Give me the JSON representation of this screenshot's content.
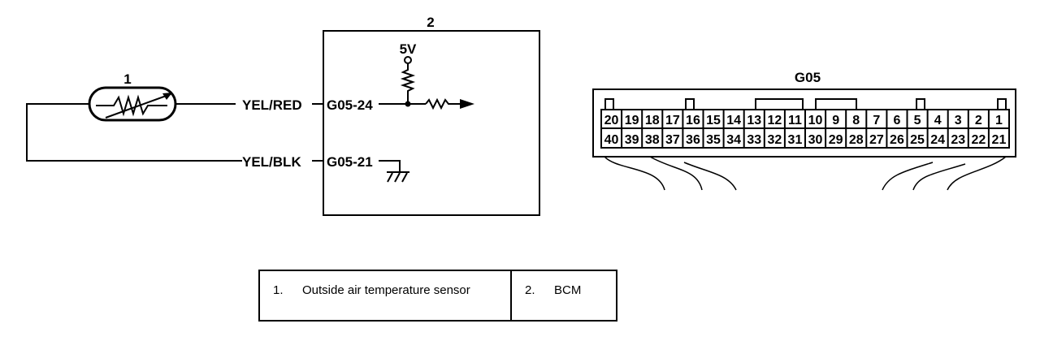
{
  "callouts": {
    "sensor_num": "1",
    "bcm_num": "2"
  },
  "voltage_label": "5V",
  "wires": {
    "signal_color": "YEL/RED",
    "ground_color": "YEL/BLK"
  },
  "terminals": {
    "signal_terminal": "G05-24",
    "ground_terminal": "G05-21"
  },
  "connector": {
    "name": "G05",
    "row_top": [
      "20",
      "19",
      "18",
      "17",
      "16",
      "15",
      "14",
      "13",
      "12",
      "11",
      "10",
      "9",
      "8",
      "7",
      "6",
      "5",
      "4",
      "3",
      "2",
      "1"
    ],
    "row_bottom": [
      "40",
      "39",
      "38",
      "37",
      "36",
      "35",
      "34",
      "33",
      "32",
      "31",
      "30",
      "29",
      "28",
      "27",
      "26",
      "25",
      "24",
      "23",
      "22",
      "21"
    ]
  },
  "legend": [
    {
      "num": "1.",
      "text": "Outside air temperature sensor"
    },
    {
      "num": "2.",
      "text": "BCM"
    }
  ]
}
